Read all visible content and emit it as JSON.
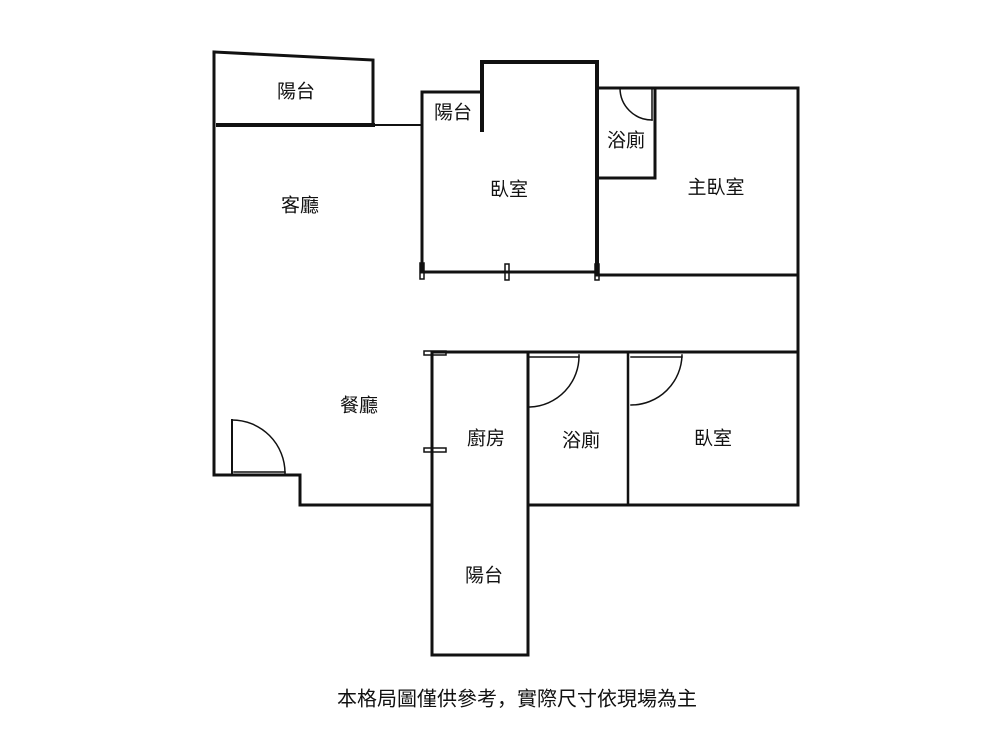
{
  "rooms": {
    "balcony_top_left": "陽台",
    "balcony_small": "陽台",
    "living_room": "客廳",
    "bedroom_north": "臥室",
    "bathroom_north": "浴廁",
    "master_bedroom": "主臥室",
    "dining_room": "餐廳",
    "kitchen": "廚房",
    "bathroom_south": "浴廁",
    "bedroom_south": "臥室",
    "balcony_south": "陽台"
  },
  "caption": "本格局圖僅供參考，實際尺寸依現場為主"
}
